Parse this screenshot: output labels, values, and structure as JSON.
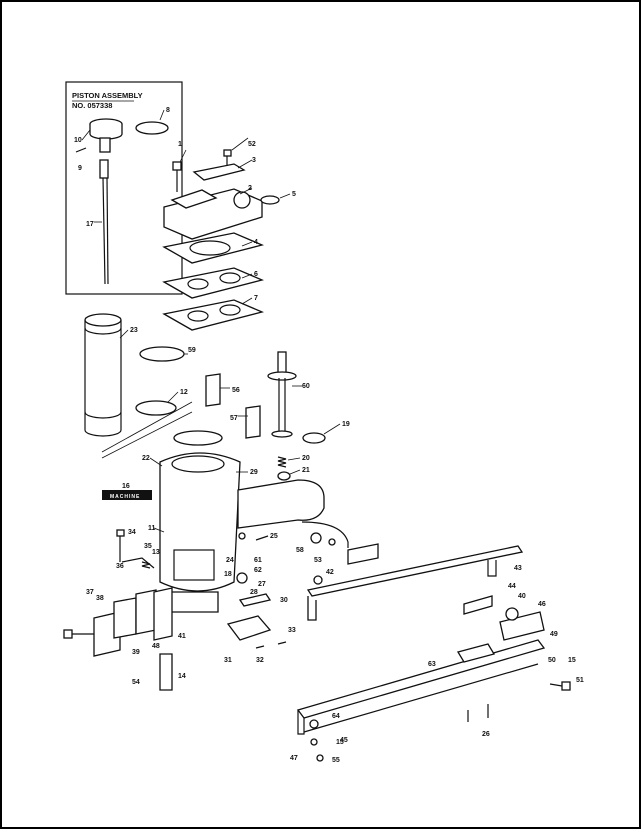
{
  "inset": {
    "title_line1": "PISTON ASSEMBLY",
    "title_line2": "NO. 057338"
  },
  "decal_text": "MACHINE",
  "callouts": {
    "c1": "1",
    "c2": "2",
    "c3": "3",
    "c4": "4",
    "c5": "5",
    "c6": "6",
    "c7": "7",
    "c8": "8",
    "c9": "9",
    "c10": "10",
    "c11": "11",
    "c12": "12",
    "c13": "13",
    "c14": "14",
    "c15": "15",
    "c16": "16",
    "c17": "17",
    "c18": "18",
    "c19": "19",
    "c20": "20",
    "c21": "21",
    "c22": "22",
    "c23": "23",
    "c24": "24",
    "c25": "25",
    "c26": "26",
    "c27": "27",
    "c28": "28",
    "c29": "29",
    "c30": "30",
    "c31": "31",
    "c32": "32",
    "c33": "33",
    "c34": "34",
    "c35": "35",
    "c36": "36",
    "c37": "37",
    "c38": "38",
    "c39": "39",
    "c40": "40",
    "c41": "41",
    "c42": "42",
    "c43": "43",
    "c44": "44",
    "c45": "45",
    "c46": "46",
    "c47": "47",
    "c48": "48",
    "c49": "49",
    "c50": "50",
    "c51": "51",
    "c52": "52",
    "c53": "53",
    "c54": "54",
    "c55": "55",
    "c56": "56",
    "c57": "57",
    "c58": "58",
    "c59": "59",
    "c60": "60",
    "c61": "61",
    "c62": "62",
    "c63": "63",
    "c64": "64"
  }
}
